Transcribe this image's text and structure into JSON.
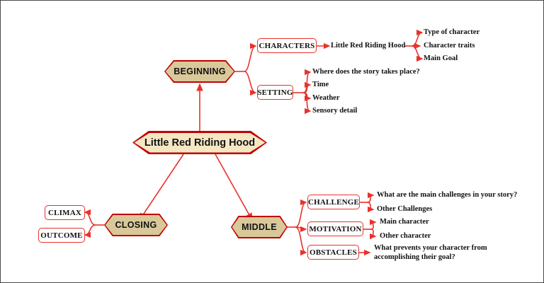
{
  "diagram": {
    "type": "mind-map",
    "title": "Little Red Riding Hood",
    "colors": {
      "accent_red": "#C00000",
      "connector_red": "#E8322A",
      "branch_fill": "#D9C89A",
      "center_fill": "#F6E7C4",
      "text": "#111111",
      "background": "#FFFFFF",
      "frame": "#4A4A4A"
    },
    "center": {
      "label": "Little Red Riding Hood"
    },
    "branches": [
      {
        "id": "beginning",
        "label": "BEGINNING",
        "children": [
          {
            "id": "characters",
            "label": "CHARACTERS",
            "children": [
              {
                "id": "lrrh",
                "label": "Little Red Riding Hood",
                "children": [
                  {
                    "id": "type-of-character",
                    "label": "Type of character"
                  },
                  {
                    "id": "character-traits",
                    "label": "Character traits"
                  },
                  {
                    "id": "main-goal",
                    "label": "Main Goal"
                  }
                ]
              }
            ]
          },
          {
            "id": "setting",
            "label": "SETTING",
            "children": [
              {
                "id": "where",
                "label": "Where does the story takes place?"
              },
              {
                "id": "time",
                "label": "Time"
              },
              {
                "id": "weather",
                "label": "Weather"
              },
              {
                "id": "sensory-detail",
                "label": "Sensory detail"
              }
            ]
          }
        ]
      },
      {
        "id": "middle",
        "label": "MIDDLE",
        "children": [
          {
            "id": "challenge",
            "label": "CHALLENGE",
            "children": [
              {
                "id": "main-challenges",
                "label": "What are the main challenges in your story?"
              },
              {
                "id": "other-challenges",
                "label": "Other Challenges"
              }
            ]
          },
          {
            "id": "motivation",
            "label": "MOTIVATION",
            "children": [
              {
                "id": "main-character",
                "label": "Main character"
              },
              {
                "id": "other-character",
                "label": "Other character"
              }
            ]
          },
          {
            "id": "obstacles",
            "label": "OBSTACLES",
            "children": [
              {
                "id": "prevents",
                "label": "What prevents your character from accomplishing their goal?"
              }
            ]
          }
        ]
      },
      {
        "id": "closing",
        "label": "CLOSING",
        "children": [
          {
            "id": "climax",
            "label": "CLIMAX"
          },
          {
            "id": "outcome",
            "label": "OUTCOME"
          }
        ]
      }
    ]
  }
}
